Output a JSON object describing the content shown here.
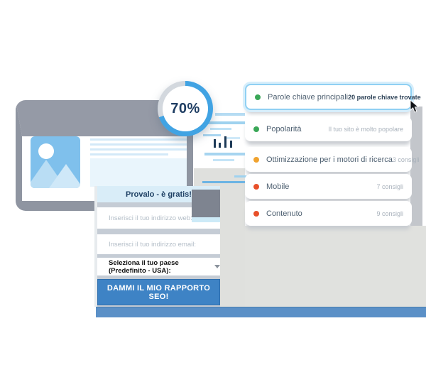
{
  "gauge": {
    "percent": 70,
    "percent_label": "70%",
    "ring_color": "#41a3e3",
    "ring_track": "#d3d8de"
  },
  "form": {
    "header": "Provalo - è gratis!",
    "web_placeholder": "Inserisci il tuo indirizzo web:",
    "email_placeholder": "Inserisci il tuo indirizzo email:",
    "country_select": "Seleziona il tuo paese (Predefinito - USA):",
    "submit_label": "DAMMI IL MIO RAPPORTO SEO!"
  },
  "report": {
    "items": [
      {
        "label": "Parole chiave principali",
        "value": "20 parole chiave trovate",
        "dot": "#3aa757",
        "highlighted": true
      },
      {
        "label": "Popolarità",
        "value": "Il tuo sito è molto popolare",
        "dot": "#3aa757",
        "highlighted": false
      },
      {
        "label": "Ottimizzazione per i motori di ricerca",
        "value": "3 consigli",
        "dot": "#f0a32f",
        "highlighted": false
      },
      {
        "label": "Mobile",
        "value": "7 consigli",
        "dot": "#e8502a",
        "highlighted": false
      },
      {
        "label": "Contenuto",
        "value": "9 consigli",
        "dot": "#e8502a",
        "highlighted": false
      }
    ]
  },
  "colors": {
    "button_blue": "#3e83c5",
    "banner_blue": "#5b90c7",
    "header_blue": "#d9edf8",
    "placeholder_image_blue": "#7fc0ec",
    "monitor_gray": "#8f95a1"
  }
}
